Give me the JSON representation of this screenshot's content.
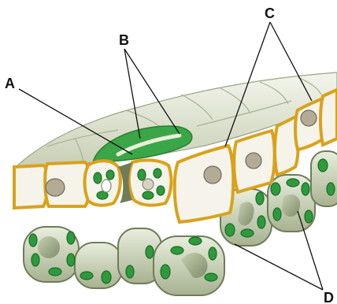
{
  "labels": {
    "a": "A",
    "b": "B",
    "c": "C",
    "d": "D"
  },
  "colors": {
    "epidermis": "#eef1e4",
    "epidermis_shade": "#c9d0b6",
    "cell_wall": "#d9a21b",
    "cell_fill": "#f6f4ea",
    "guard_cell": "#3aa647",
    "chloroplast": "#2e9a3c",
    "mesophyll": "#dfe6cf",
    "mesophyll_shade": "#a9b493",
    "nucleus": "#b3ab96",
    "line": "#111111"
  }
}
